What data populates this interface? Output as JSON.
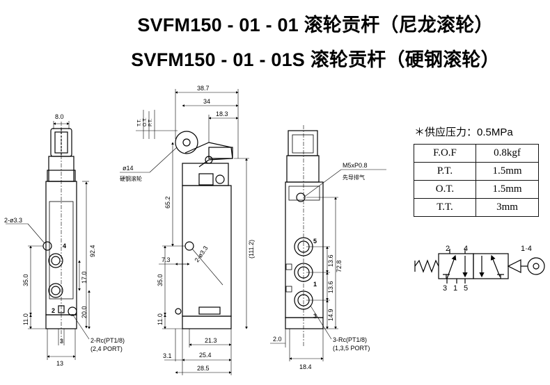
{
  "titles": {
    "line1": "SVFM150 - 01 - 01 滚轮贡杆（尼龙滚轮）",
    "line2": "SVFM150 - 01 - 01S 滚轮贡杆（硬钢滚轮）"
  },
  "specs": {
    "header": "＊供应压力：0.5MPa",
    "rows": [
      {
        "key": "F.O.F",
        "value": "0.8kgf"
      },
      {
        "key": "P.T.",
        "value": "1.5mm"
      },
      {
        "key": "O.T.",
        "value": "1.5mm"
      },
      {
        "key": "T.T.",
        "value": "3mm"
      }
    ]
  },
  "left_view": {
    "dim_top": "8.0",
    "dim_hole": "2-ø3.3",
    "dim_92_4": "92.4",
    "dim_35": "35.0",
    "dim_17": "17.0",
    "dim_20": "20.0",
    "dim_11": "11.0",
    "dim_13": "13",
    "dim_3": "3",
    "port_label": "2-Rc(PT1/8)",
    "port_sub": "(2,4 PORT)",
    "mark_4": "4",
    "mark_2": "2"
  },
  "middle_view": {
    "dim_38_7": "38.7",
    "dim_34": "34",
    "dim_18_3": "18.3",
    "dim_tt": "T.T.",
    "dim_ot": "O.T.",
    "dim_pt": "P.T.",
    "roller_dia": "ø14",
    "roller_note": "硬钢滚轮",
    "dim_65_2": "65.2",
    "dim_111_2": "(111.2)",
    "dim_7_3": "7.3",
    "dim_hole": "2-ø3.3",
    "dim_35": "35.0",
    "dim_11": "11.0",
    "dim_21_3": "21.3",
    "dim_25_4": "25.4",
    "dim_3_1": "3.1",
    "dim_28_5": "28.5"
  },
  "right_view": {
    "pilot_label": "M5xP0.8",
    "pilot_note": "先导排气",
    "dim_13_6a": "13.6",
    "dim_13_6b": "13.6",
    "dim_72_8": "72.8",
    "dim_14_9": "14.9",
    "dim_2": "2.0",
    "dim_18_4": "18.4",
    "port_label": "3-Rc(PT1/8)",
    "port_sub": "(1,3,5 PORT)",
    "mark_5": "5",
    "mark_1": "1",
    "mark_3": "3"
  },
  "symbol": {
    "port_2": "2",
    "port_4": "4",
    "port_3": "3",
    "port_1": "1",
    "port_5": "5",
    "pilot": "1·4"
  }
}
